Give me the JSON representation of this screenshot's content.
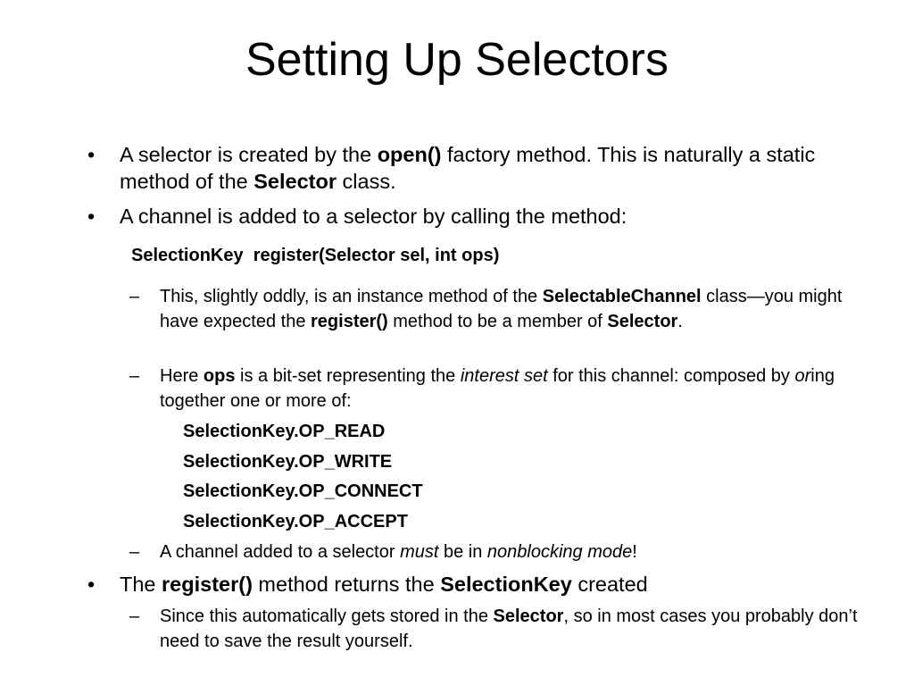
{
  "slide": {
    "title": "Setting Up Selectors"
  },
  "bullet1": {
    "marker": "•",
    "t1": "A selector is created by the ",
    "b1": "open()",
    "t2": " factory method.  This is naturally a static method of the ",
    "b2": "Selector",
    "t3": " class."
  },
  "bullet2": {
    "marker": "•",
    "text": "A channel is added to a selector by calling the method:"
  },
  "signature": "SelectionKey  register(Selector sel, int ops)",
  "sub1": {
    "marker": "–",
    "t1": "This, slightly oddly, is an instance method of the ",
    "b1": "SelectableChannel",
    "t2": " class",
    "emdash": "—",
    "t3": "you might have expected the ",
    "b2": "register()",
    "t4": " method to be a member of ",
    "b3": "Selector",
    "t5": "."
  },
  "sub2": {
    "marker": "–",
    "t1": "Here ",
    "b1": "ops",
    "t2": " is a bit-set representing the ",
    "i1": "interest set",
    "t3": " for this channel: composed by ",
    "i2": "or",
    "t4": "ing together one or more of:"
  },
  "ops_list": [
    "SelectionKey.OP_READ",
    "SelectionKey.OP_WRITE",
    "SelectionKey.OP_CONNECT",
    "SelectionKey.OP_ACCEPT"
  ],
  "sub3": {
    "marker": "–",
    "t1": "A channel added to a selector ",
    "i1": "must",
    "t2": " be in ",
    "i2": "nonblocking mode",
    "t3": "!"
  },
  "bullet3": {
    "marker": "•",
    "t1": "The ",
    "b1": "register()",
    "t2": " method returns the ",
    "b2": "SelectionKey",
    "t3": " created"
  },
  "sub4": {
    "marker": "–",
    "t1": "Since this automatically gets stored in the ",
    "b1": "Selector",
    "t2": ", so in most cases you probably don’t need to save the result yourself."
  }
}
